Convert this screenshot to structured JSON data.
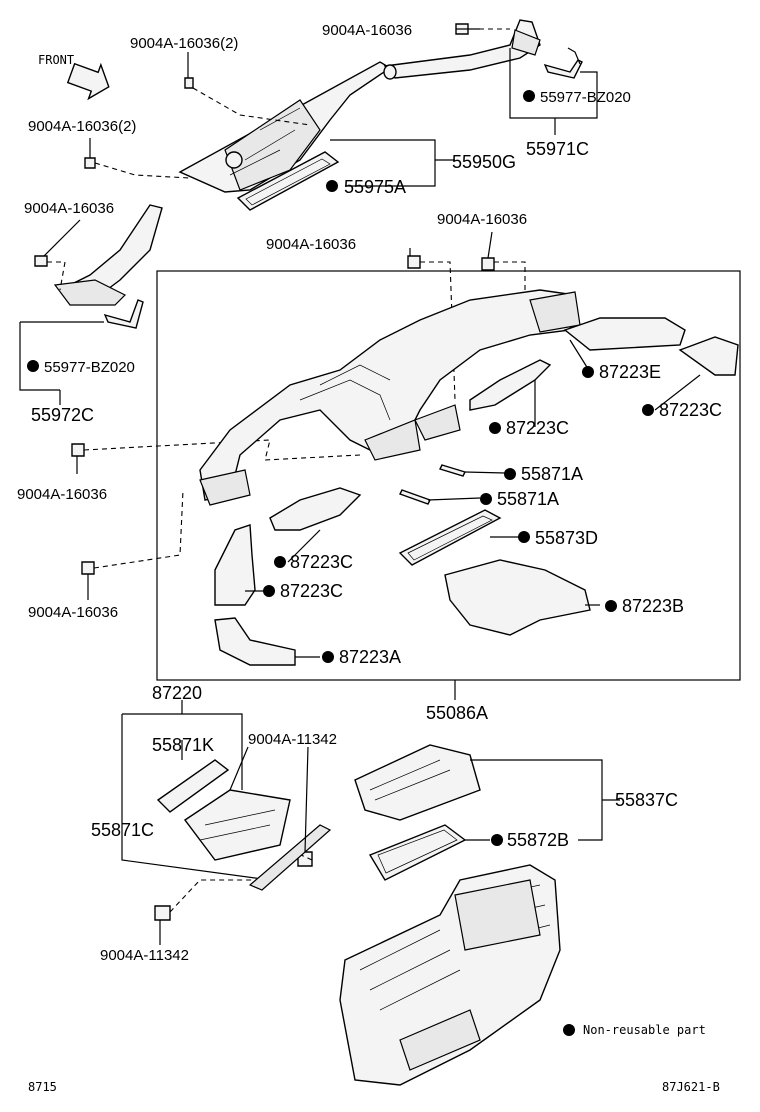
{
  "front_label": "FRONT",
  "labels": {
    "b1_top": "9004A-16036",
    "b2_left_top": "9004A-16036(2)",
    "b3_left": "9004A-16036(2)",
    "b4_left_mid": "9004A-16036",
    "b5_center": "9004A-16036",
    "b6_right": "9004A-16036",
    "b7_left_lower": "9004A-16036",
    "b8_left_bottom": "9004A-16036",
    "p_55977_top": "55977-BZ020",
    "p_55971C": "55971C",
    "p_55950G": "55950G",
    "p_55975A": "55975A",
    "p_55977_left": "55977-BZ020",
    "p_55972C": "55972C",
    "p_87223E": "87223E",
    "p_87223C_r": "87223C",
    "p_87223C_mid": "87223C",
    "p_55871A_1": "55871A",
    "p_55871A_2": "55871A",
    "p_55873D": "55873D",
    "p_87223C_l1": "87223C",
    "p_87223C_l2": "87223C",
    "p_87223B": "87223B",
    "p_87223A": "87223A",
    "p_55086A": "55086A",
    "p_87220": "87220",
    "p_55871K": "55871K",
    "p_55871C": "55871C",
    "b_11342_top": "9004A-11342",
    "b_11342_bottom": "9004A-11342",
    "p_55837C": "55837C",
    "p_55872B": "55872B"
  },
  "legend": "Non-reusable part",
  "footer_left": "8715",
  "footer_right": "87J621-B"
}
